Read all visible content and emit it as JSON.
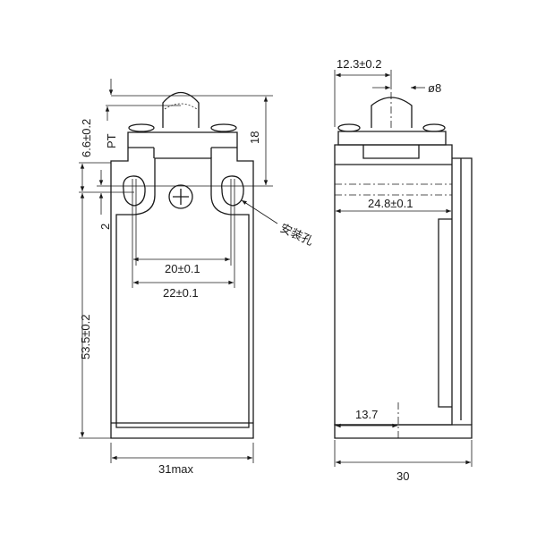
{
  "front_view": {
    "dim_width": "31max",
    "dim_height": "53.5±0.2",
    "dim_pt": "6.6±0.2",
    "label_pt": "PT",
    "dim_plunger_to_hole": "18",
    "dim_hole_offset": "2",
    "dim_hole_spacing_inner": "20±0.1",
    "dim_hole_spacing_outer": "22±0.1",
    "label_mounting_hole": "安装孔"
  },
  "side_view": {
    "dim_plunger_offset": "12.3±0.2",
    "dim_plunger_diameter": "ø8",
    "dim_body_depth": "24.8±0.1",
    "dim_base_offset": "13.7",
    "dim_total_depth": "30"
  }
}
